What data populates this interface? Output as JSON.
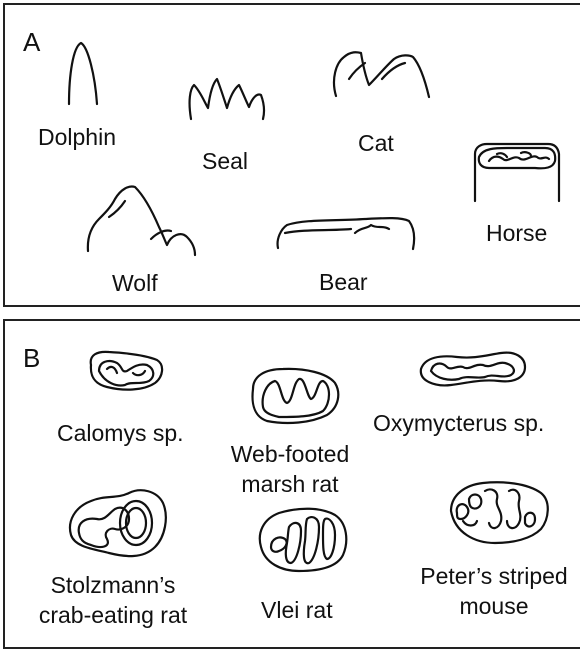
{
  "panel_a": {
    "letter": "A",
    "labels": {
      "dolphin": "Dolphin",
      "seal": "Seal",
      "cat": "Cat",
      "horse": "Horse",
      "wolf": "Wolf",
      "bear": "Bear"
    }
  },
  "panel_b": {
    "letter": "B",
    "labels": {
      "calomys": "Calomys sp.",
      "web_footed_line1": "Web-footed",
      "web_footed_line2": "marsh rat",
      "oxymycterus": "Oxymycterus sp.",
      "stolzmann_line1": "Stolzmann’s",
      "stolzmann_line2": "crab-eating rat",
      "vlei": "Vlei rat",
      "peters_line1": "Peter’s striped",
      "peters_line2": "mouse"
    }
  }
}
